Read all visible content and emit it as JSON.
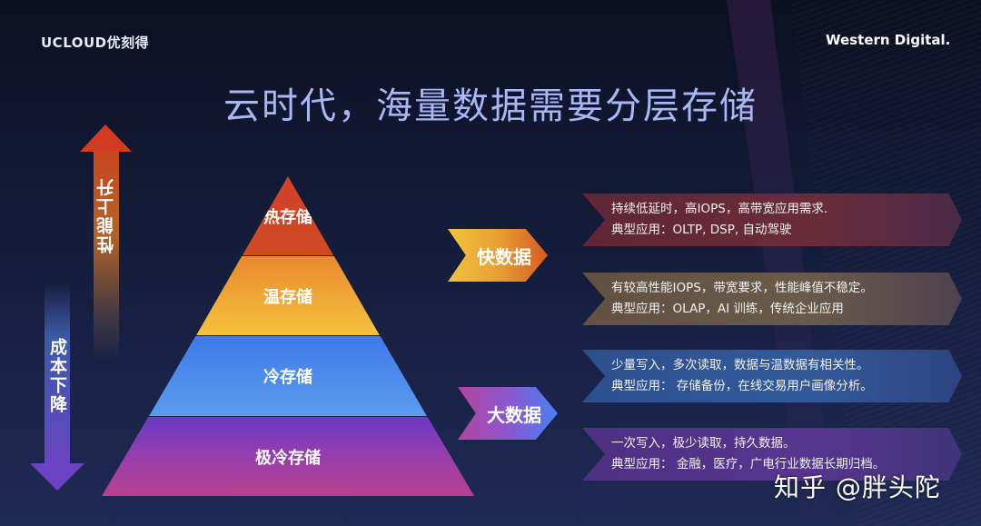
{
  "header": {
    "logo_left": "UCLOUD优刻得",
    "logo_right": "Western Digital.",
    "title": "云时代，海量数据需要分层存储"
  },
  "axes": {
    "up_arrow_label": "性能上升",
    "down_arrow_label": "成本下降",
    "up_color": "#d03b22",
    "down_color": "#6b42c2"
  },
  "pyramid": {
    "tiers": [
      {
        "label": "热存储",
        "color": "#d2402a"
      },
      {
        "label": "温存储",
        "color": "#f5c23c"
      },
      {
        "label": "冷存储",
        "color": "#4a8bec"
      },
      {
        "label": "极冷存储",
        "color": "#9a3fb0"
      }
    ]
  },
  "badges": [
    {
      "label": "快数据"
    },
    {
      "label": "大数据"
    }
  ],
  "bands": [
    {
      "line1": "持续低延时，高IOPS，高带宽应用需求.",
      "line2": "典型应用：OLTP,  DSP, 自动驾驶"
    },
    {
      "line1": "有较高性能IOPS，带宽要求，性能峰值不稳定。",
      "line2": "典型应用：OLAP，AI 训练，传统企业应用"
    },
    {
      "line1": "少量写入，多次读取，数据与温数据有相关性。",
      "line2": "典型应用： 存储备份，在线交易用户画像分析。"
    },
    {
      "line1": "一次写入，极少读取，持久数据。",
      "line2": "典型应用： 金融，医疗，广电行业数据长期归档。"
    }
  ],
  "watermark": "知乎 @胖头陀"
}
